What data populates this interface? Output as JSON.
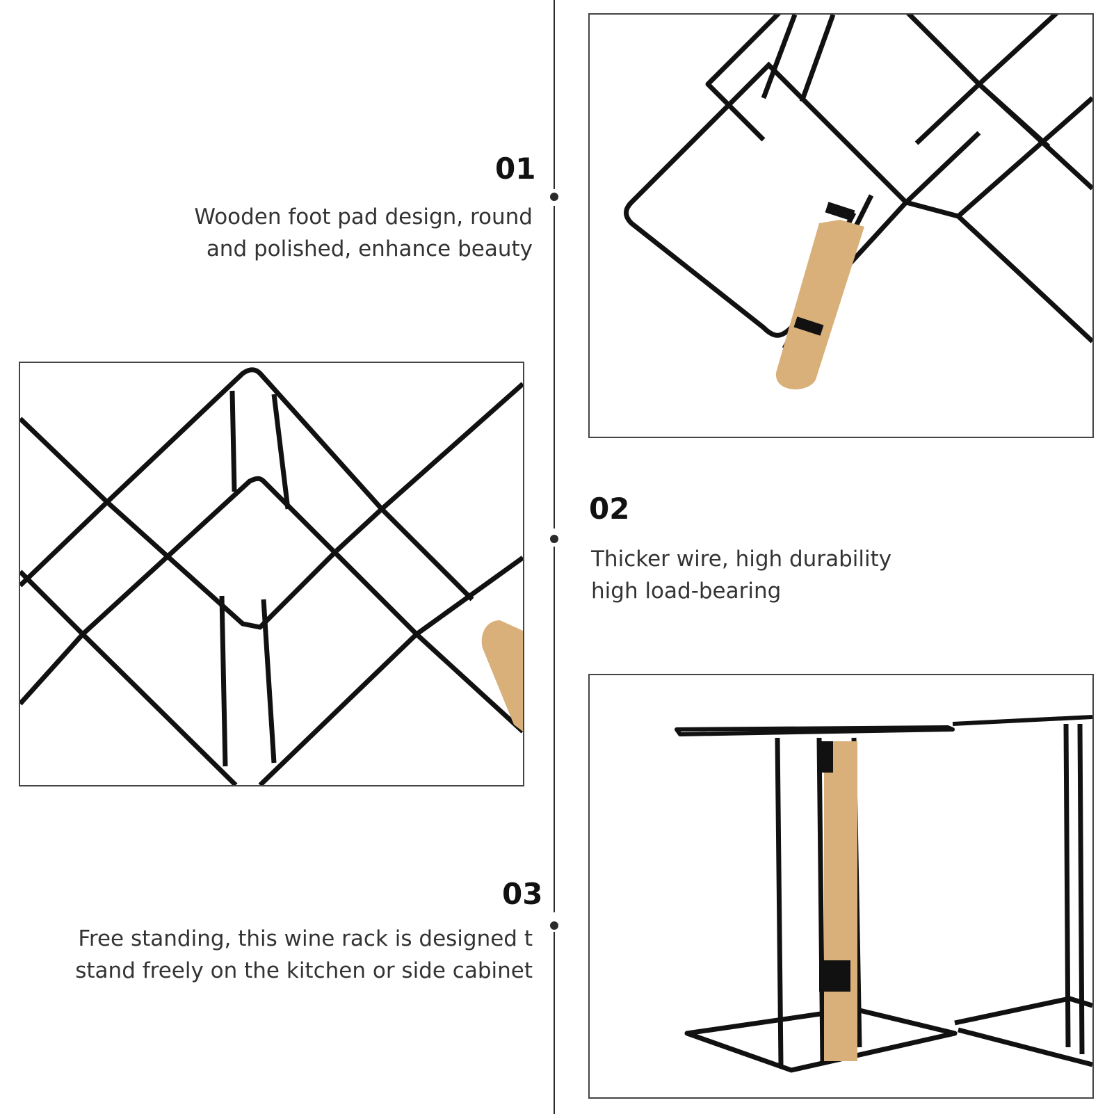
{
  "features": [
    {
      "number": "01",
      "lines": [
        "Wooden foot pad design, round",
        "and polished, enhance beauty"
      ]
    },
    {
      "number": "02",
      "lines": [
        "Thicker wire, high durability",
        "high load-bearing"
      ]
    },
    {
      "number": "03",
      "lines": [
        "Free standing, this wine rack is designed t",
        "stand freely on the kitchen or side cabinet"
      ]
    }
  ],
  "colors": {
    "wire": "#111111",
    "wood": "#d9b07a",
    "line": "#2a2a2a"
  },
  "images": [
    {
      "icon": "wire-rack-with-wooden-foot-photo"
    },
    {
      "icon": "wire-rack-diamond-grid-photo"
    },
    {
      "icon": "wire-rack-side-view-photo"
    }
  ]
}
